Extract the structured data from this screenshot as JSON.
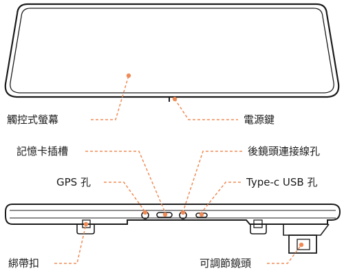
{
  "labels": {
    "touch_screen": "觸控式螢幕",
    "power_key": "電源鍵",
    "memory_card_slot": "記憶卡插槽",
    "rear_camera_port": "後鏡頭連接線孔",
    "gps_port": "GPS 孔",
    "type_c_usb_port": "Type-c USB 孔",
    "strap_buckle": "綁帶扣",
    "adjustable_lens": "可調節鏡頭"
  },
  "colors": {
    "outline": "#1a1a1a",
    "leader": "#f08a55",
    "background": "#ffffff"
  }
}
